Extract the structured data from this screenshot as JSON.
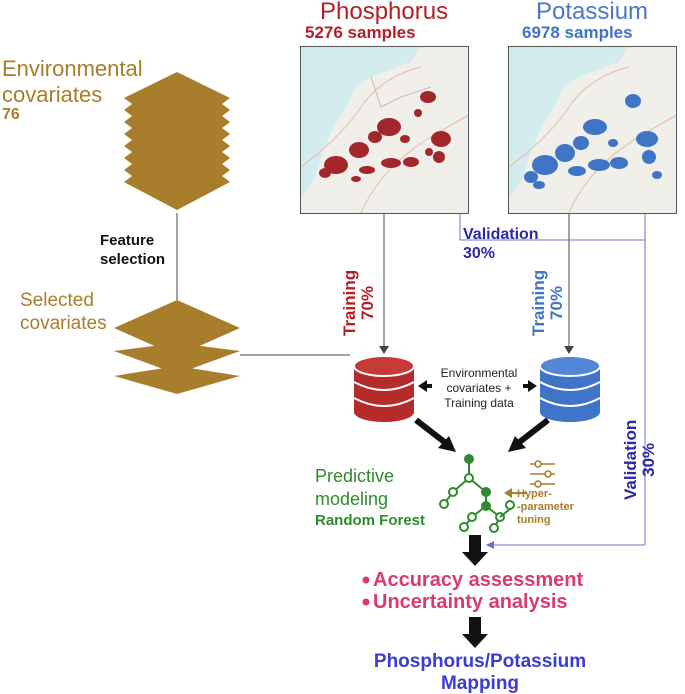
{
  "phosphorus": {
    "title": "Phosphorus",
    "samples": "5276  samples"
  },
  "potassium": {
    "title": "Potassium",
    "samples": "6978  samples"
  },
  "env_covariates": {
    "line1": "Environmental",
    "line2": "covariates",
    "count": "76"
  },
  "feature_selection": {
    "line1": "Feature",
    "line2": "selection"
  },
  "selected_covariates": {
    "line1": "Selected",
    "line2": "covariates"
  },
  "validation_top": {
    "label": "Validation",
    "pct": "30%"
  },
  "training_p": {
    "label": "Training",
    "pct": "70%"
  },
  "training_k": {
    "label": "Training",
    "pct": "70%"
  },
  "validation_right": {
    "label": "Validation",
    "pct": "30%"
  },
  "db_middle": {
    "line1": "Environmental",
    "line2": "covariates +",
    "line3": "Training data"
  },
  "modeling": {
    "line1": "Predictive",
    "line2": "modeling",
    "method": "Random Forest"
  },
  "tuning": {
    "line1": "Hyper-",
    "line2": "-parameter",
    "line3": "tuning"
  },
  "assessment": {
    "item1": "Accuracy assessment",
    "item2": "Uncertainty analysis"
  },
  "output": {
    "line1": "Phosphorus/Potassium",
    "line2": "Mapping"
  },
  "colors": {
    "phosphorus": "#b32026",
    "potassium": "#3f74c7",
    "covariates": "#a87d2b",
    "validation": "#2a2aa8",
    "model": "#2e8a2e",
    "assessment": "#d83c6f",
    "output": "#3b3bd6"
  }
}
